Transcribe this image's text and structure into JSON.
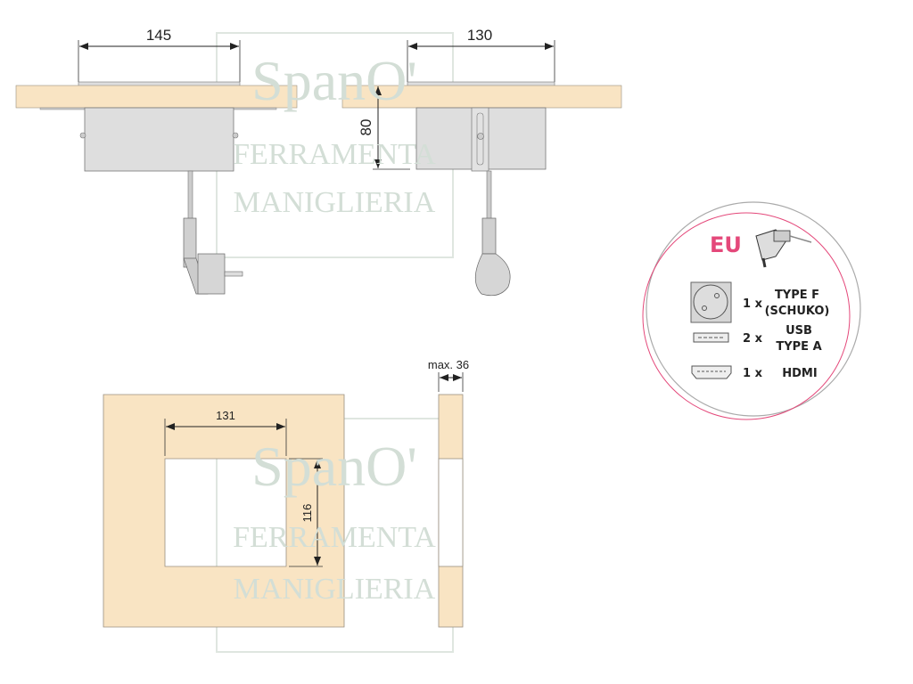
{
  "watermark": {
    "line1": "SpanO'",
    "line2": "FERRAMENTA",
    "line3": "MANIGLIERIA"
  },
  "dimensions": {
    "front_width": "145",
    "side_width": "130",
    "depth": "80",
    "cutout_width": "131",
    "cutout_height": "116",
    "max_thickness": "max. 36"
  },
  "legend": {
    "region": "EU",
    "accent_color": "#e4487a",
    "items": [
      {
        "icon": "schuko-socket-icon",
        "qty": "1 x",
        "label1": "TYPE F",
        "label2": "(SCHUKO)"
      },
      {
        "icon": "usb-port-icon",
        "qty": "2 x",
        "label1": "USB",
        "label2": "TYPE A"
      },
      {
        "icon": "hdmi-port-icon",
        "qty": "1 x",
        "label1": "HDMI",
        "label2": ""
      }
    ]
  },
  "colors": {
    "wood": "#f9e4c3",
    "metal": "#dedede"
  }
}
